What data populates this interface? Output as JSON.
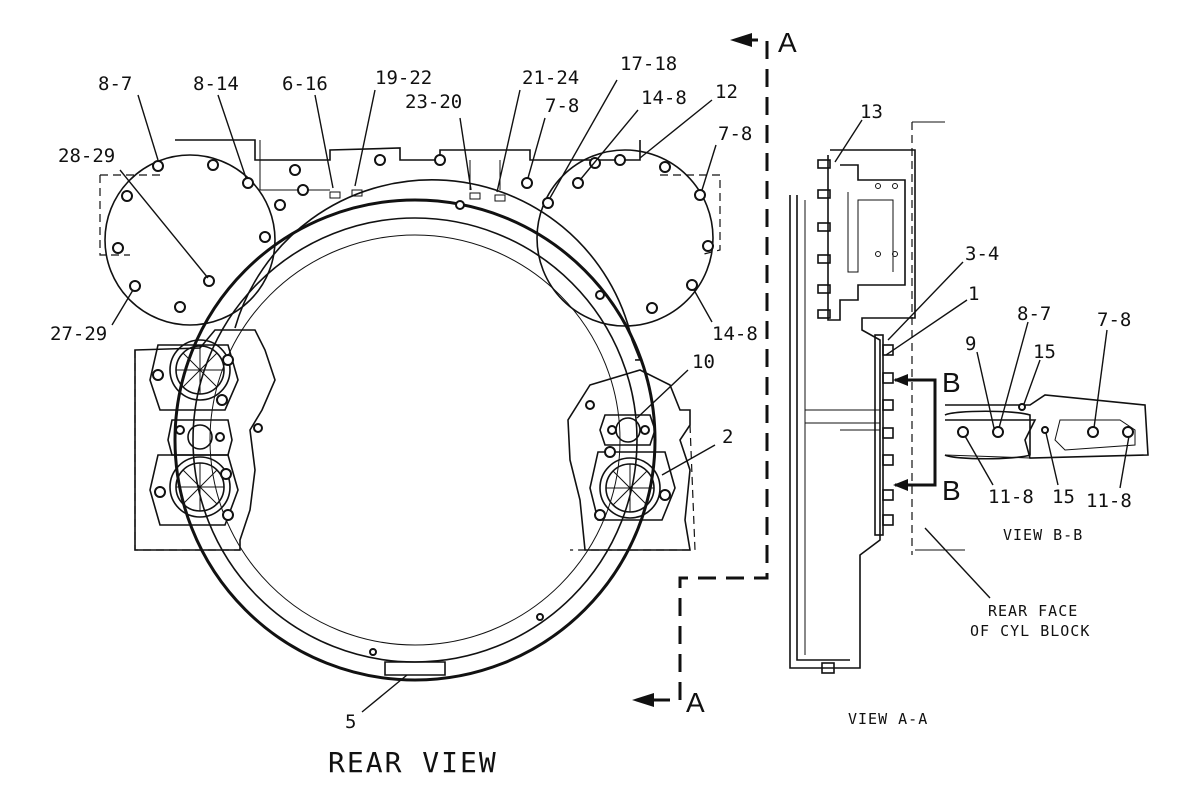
{
  "views": {
    "rear_view": "REAR VIEW",
    "view_aa": "VIEW A-A",
    "view_bb": "VIEW B-B",
    "rear_face": [
      "REAR FACE",
      "OF CYL BLOCK"
    ]
  },
  "section_marks": {
    "a_top": "A",
    "a_bottom": "A",
    "b_top": "B",
    "b_bottom": "B"
  },
  "callouts": {
    "c_8_7_left": "8-7",
    "c_8_14": "8-14",
    "c_6_16": "6-16",
    "c_19_22": "19-22",
    "c_23_20": "23-20",
    "c_21_24": "21-24",
    "c_17_18": "17-18",
    "c_7_8_top": "7-8",
    "c_14_8_top": "14-8",
    "c_12": "12",
    "c_7_8_right": "7-8",
    "c_28_29": "28-29",
    "c_27_29": "27-29",
    "c_14_8_right": "14-8",
    "c_10": "10",
    "c_2": "2",
    "c_5": "5",
    "c_13": "13",
    "c_3_4": "3-4",
    "c_1": "1",
    "c_9": "9",
    "c_8_7_bb": "8-7",
    "c_15_top": "15",
    "c_7_8_bb": "7-8",
    "c_11_8_left": "11-8",
    "c_15_bottom": "15",
    "c_11_8_right": "11-8"
  }
}
